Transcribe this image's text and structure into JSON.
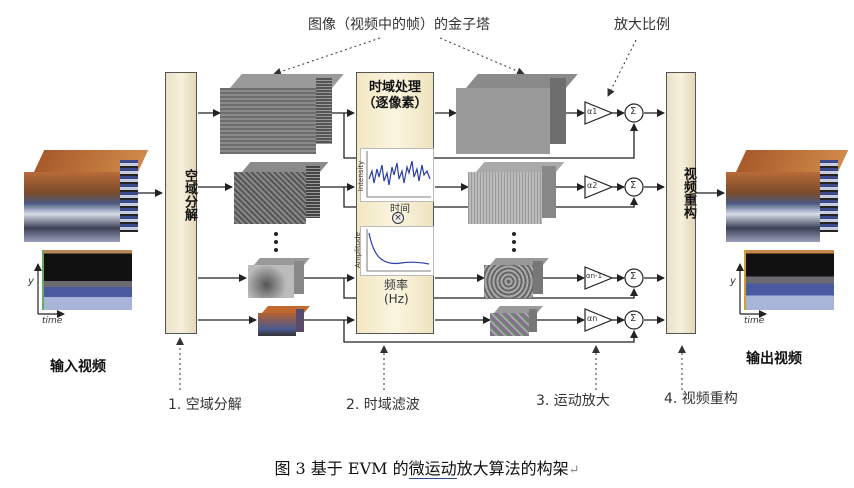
{
  "top_labels": {
    "pyramid": "图像（视频中的帧）的金子塔",
    "amplification": "放大比例"
  },
  "stages": {
    "spatial_decomposition": "空域分解",
    "temporal_processing_title": "时域处理",
    "temporal_processing_subtitle": "（逐像素）",
    "reconstruction": "视频重构"
  },
  "plots": {
    "intensity_axis": "Intensity",
    "time_label": "时间",
    "amplitude_axis": "Amplitude",
    "freq_label": "频率",
    "freq_unit": "(Hz)"
  },
  "video": {
    "input_label": "输入视频",
    "output_label": "输出视频",
    "y_axis": "y",
    "time_axis": "time"
  },
  "amplifiers": [
    "α1",
    "α2",
    "αn-1",
    "αn"
  ],
  "sum_symbol": "Σ",
  "steps": [
    "1. 空域分解",
    "2. 时域滤波",
    "3. 运动放大",
    "4. 视频重构"
  ],
  "caption": {
    "prefix": "图 3  基于 EVM 的",
    "underlined": "微运动",
    "suffix": "放大算法的构架",
    "mark": "↵"
  }
}
